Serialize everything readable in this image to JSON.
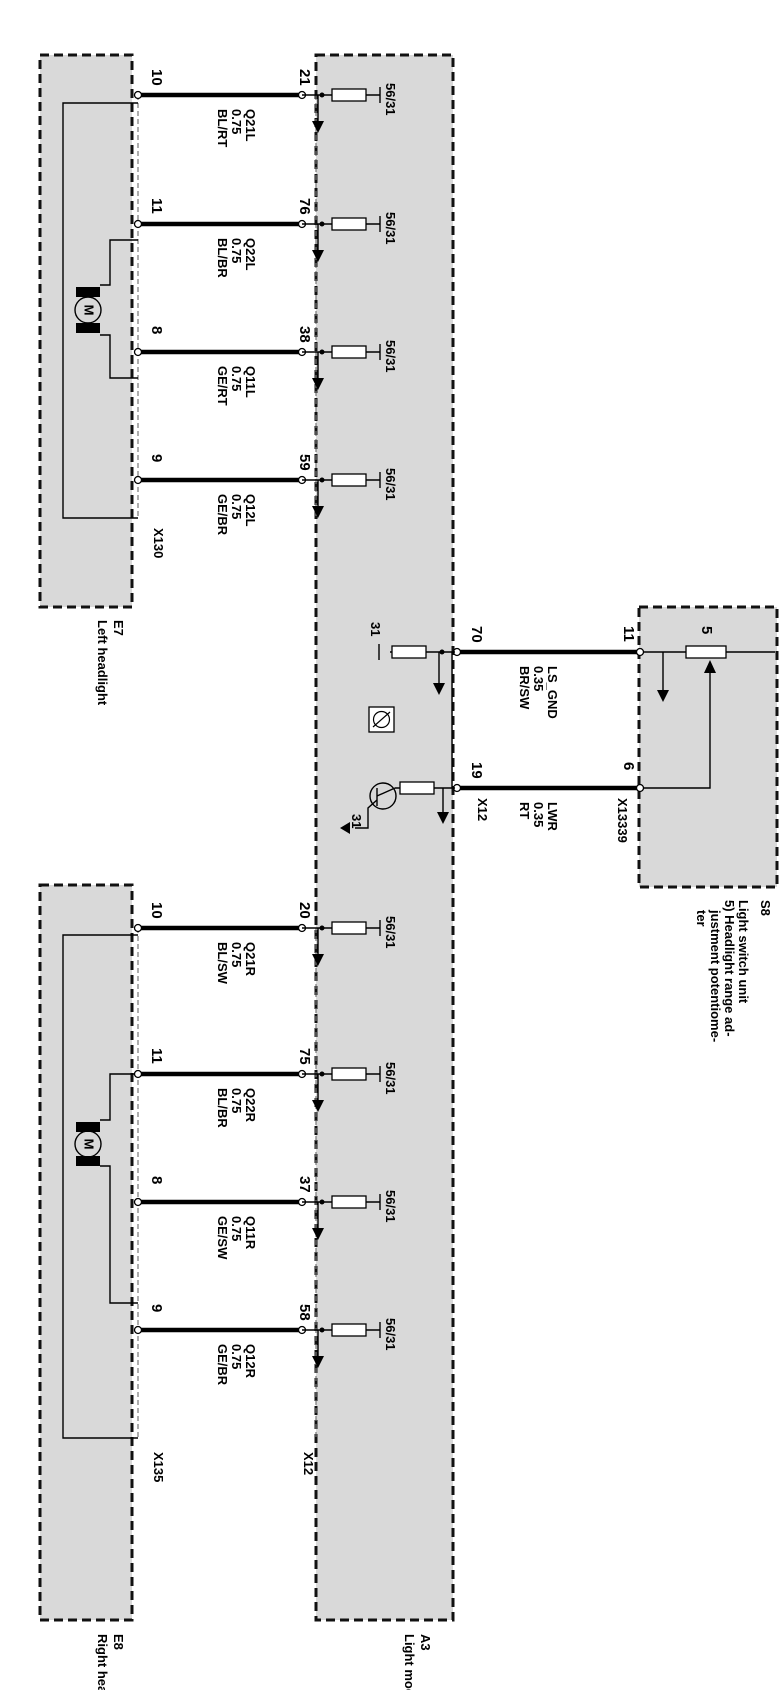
{
  "modules": {
    "e7": {
      "code": "E7",
      "name": "Left headlight",
      "connector": "X130"
    },
    "e8": {
      "code": "E8",
      "name": "Right headlight",
      "connector": "X135"
    },
    "a3": {
      "code": "A3",
      "name": "Light module",
      "connector": "X12"
    },
    "s8": {
      "code": "S8",
      "name_lines": [
        "Light switch unit",
        "5) Headlight range ad-",
        "justment potentiome-",
        "ter"
      ],
      "connector": "X13339",
      "pot_label": "5"
    }
  },
  "motor_symbol": "M",
  "ground_tag": "56/31",
  "ground_31": "31",
  "left_wires": [
    {
      "pin_headlight": "10",
      "pin_module": "21",
      "signal": "Q21L",
      "size": "0.75",
      "color": "BL/RT"
    },
    {
      "pin_headlight": "11",
      "pin_module": "76",
      "signal": "Q22L",
      "size": "0.75",
      "color": "BL/BR"
    },
    {
      "pin_headlight": "8",
      "pin_module": "38",
      "signal": "Q11L",
      "size": "0.75",
      "color": "GE/RT"
    },
    {
      "pin_headlight": "9",
      "pin_module": "59",
      "signal": "Q12L",
      "size": "0.75",
      "color": "GE/BR"
    }
  ],
  "right_wires": [
    {
      "pin_headlight": "10",
      "pin_module": "20",
      "signal": "Q21R",
      "size": "0.75",
      "color": "BL/SW"
    },
    {
      "pin_headlight": "11",
      "pin_module": "75",
      "signal": "Q22R",
      "size": "0.75",
      "color": "BL/BR"
    },
    {
      "pin_headlight": "8",
      "pin_module": "37",
      "signal": "Q11R",
      "size": "0.75",
      "color": "GE/SW"
    },
    {
      "pin_headlight": "9",
      "pin_module": "58",
      "signal": "Q12R",
      "size": "0.75",
      "color": "GE/BR"
    }
  ],
  "switch_wires": [
    {
      "pin_module": "70",
      "pin_switch": "11",
      "signal": "LS_GND",
      "size": "0.35",
      "color": "BR/SW"
    },
    {
      "pin_module": "19",
      "pin_switch": "6",
      "signal": "LWR",
      "size": "0.35",
      "color": "RT"
    }
  ]
}
